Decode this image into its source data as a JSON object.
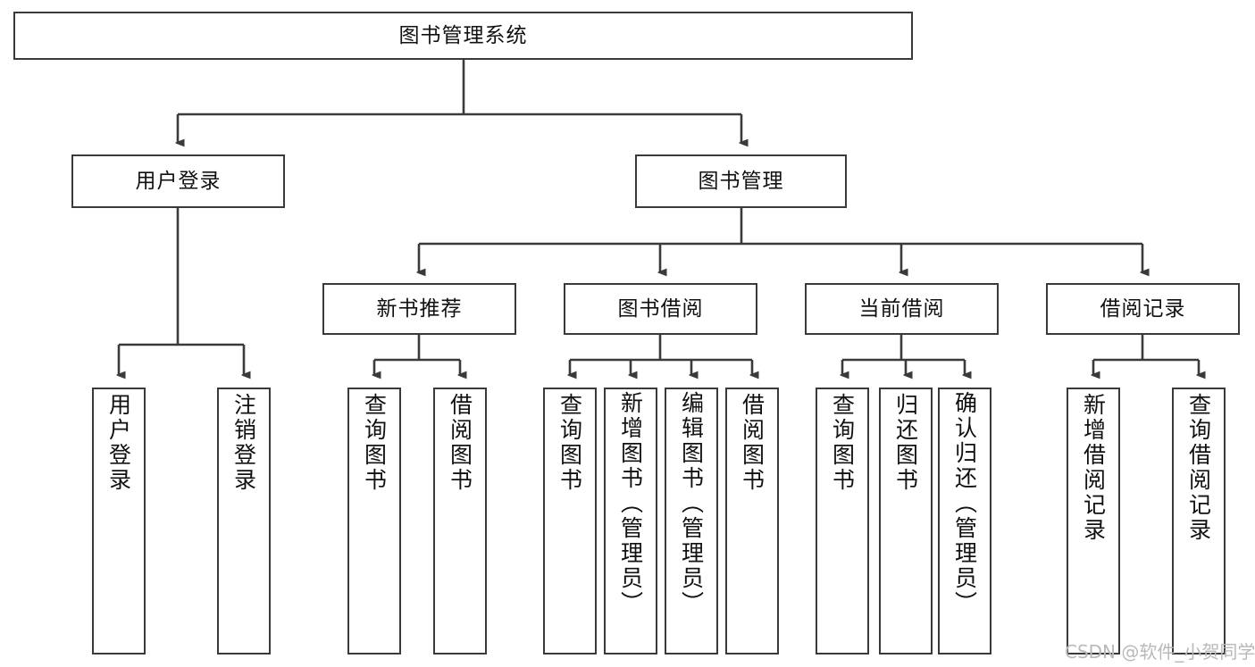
{
  "diagram": {
    "title": "图书管理系统",
    "type": "tree-hierarchy-diagram",
    "orientation": "top-down",
    "colors": {
      "box_border": "#3a3a3a",
      "box_fill": "#ffffff",
      "connector": "#3a3a3a",
      "text": "#111111",
      "watermark": "#b9b9b9"
    },
    "root": {
      "label": "图书管理系统"
    },
    "level2": [
      {
        "label": "用户登录"
      },
      {
        "label": "图书管理"
      }
    ],
    "level3": [
      {
        "label": "新书推荐"
      },
      {
        "label": "图书借阅"
      },
      {
        "label": "当前借阅"
      },
      {
        "label": "借阅记录"
      }
    ],
    "leaves": {
      "user_login": [
        {
          "label": "用户登录"
        },
        {
          "label": "注销登录"
        }
      ],
      "new_book_recommend": [
        {
          "label": "查询图书"
        },
        {
          "label": "借阅图书"
        }
      ],
      "book_borrow": [
        {
          "label": "查询图书"
        },
        {
          "label": "新增图书（管理员）"
        },
        {
          "label": "编辑图书（管理员）"
        },
        {
          "label": "借阅图书"
        }
      ],
      "current_borrow": [
        {
          "label": "查询图书"
        },
        {
          "label": "归还图书"
        },
        {
          "label": "确认归还（管理员）"
        }
      ],
      "borrow_record": [
        {
          "label": "新增借阅记录"
        },
        {
          "label": "查询借阅记录"
        }
      ]
    },
    "watermark": "CSDN @软件_小贺同学"
  }
}
